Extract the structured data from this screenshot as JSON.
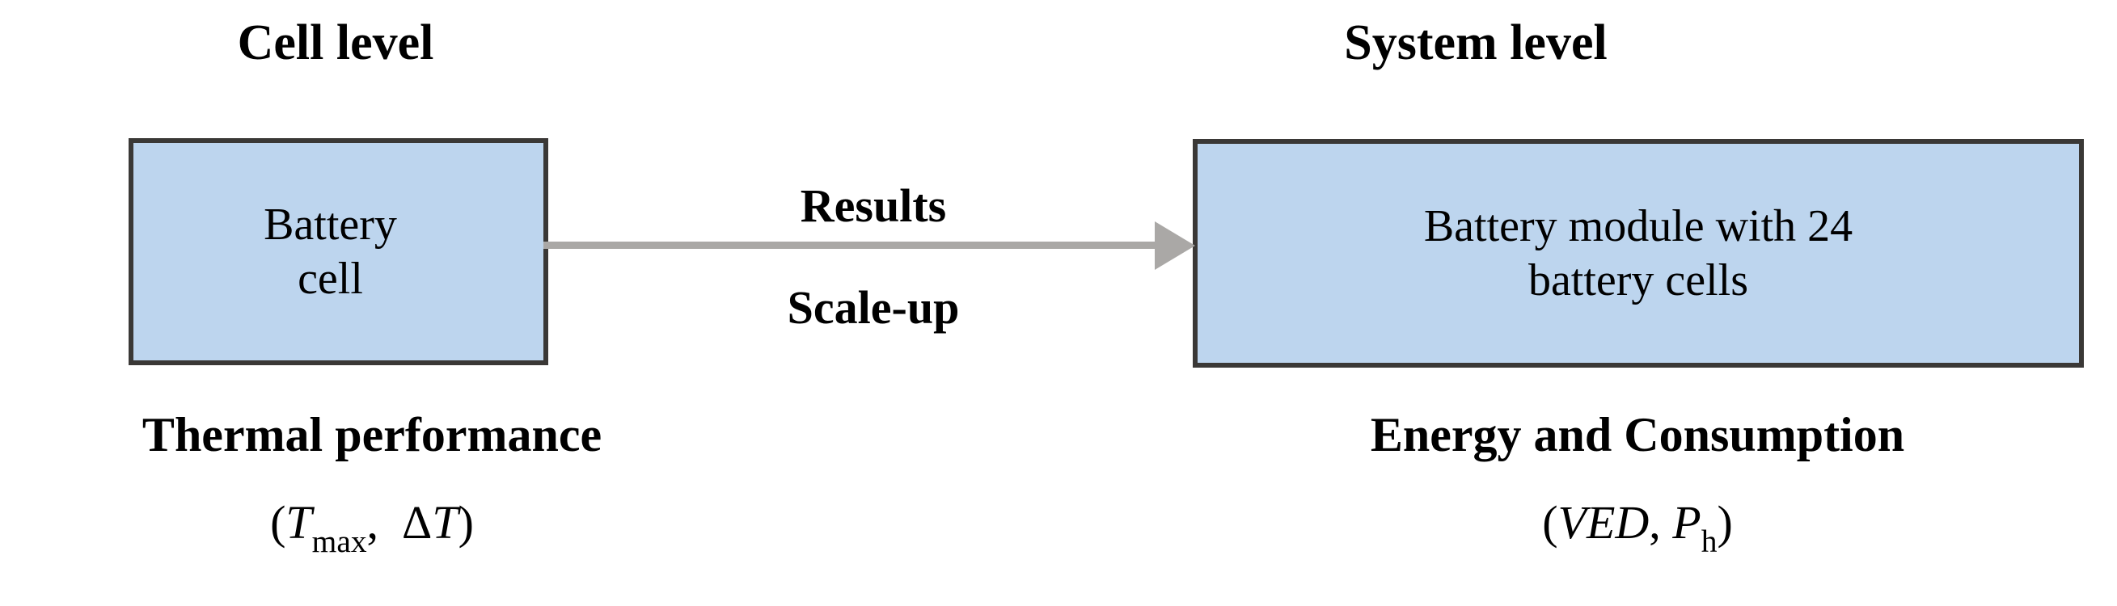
{
  "diagram": {
    "background_color": "#ffffff",
    "box_fill_color": "#bdd5ee",
    "box_border_color": "#3a3836",
    "arrow_color": "#aaa8a6",
    "text_color": "#000000",
    "headings": {
      "left": "Cell level",
      "right": "System level"
    },
    "boxes": {
      "left": {
        "label": "Battery\ncell"
      },
      "right": {
        "label": "Battery module with 24\nbattery cells"
      }
    },
    "arrow": {
      "label_top": "Results",
      "label_bottom": "Scale-up",
      "direction": "left-to-right"
    },
    "captions": {
      "left": "Thermal performance",
      "right": "Energy and Consumption"
    },
    "formulas": {
      "left": {
        "open_paren": "(",
        "symbol_1": "T",
        "symbol_1_subscript": "max",
        "separator": ",",
        "symbol_2_prefix": "Δ",
        "symbol_2": "T",
        "close_paren": ")",
        "plain": "(Tmax, ΔT)"
      },
      "right": {
        "open_paren": "(",
        "symbol_1": "VED",
        "separator": ",",
        "symbol_2": "P",
        "symbol_2_subscript": "h",
        "close_paren": ")",
        "plain": "(VED, Ph)"
      }
    }
  }
}
